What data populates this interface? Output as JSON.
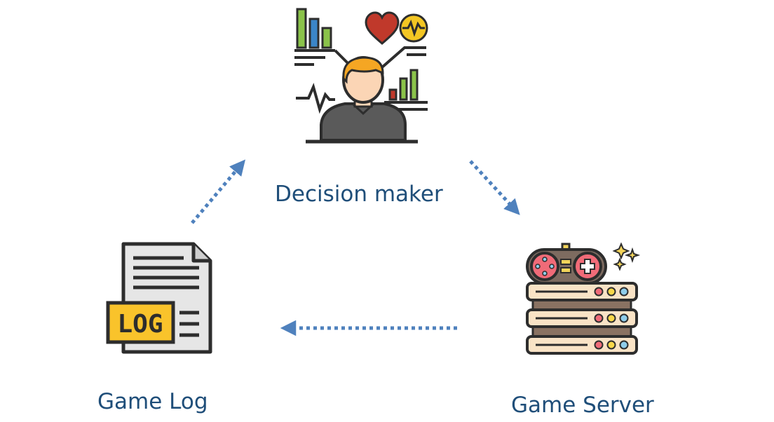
{
  "nodes": {
    "decision_maker": {
      "label": "Decision maker",
      "icon": "decision-maker-icon"
    },
    "game_log": {
      "label": "Game Log",
      "icon": "log-file-icon",
      "badge": "LOG"
    },
    "game_server": {
      "label": "Game Server",
      "icon": "game-server-icon"
    }
  },
  "edges": [
    {
      "from": "game_log",
      "to": "decision_maker",
      "style": "dotted-arrow"
    },
    {
      "from": "decision_maker",
      "to": "game_server",
      "style": "dotted-arrow"
    },
    {
      "from": "game_server",
      "to": "game_log",
      "style": "dotted-arrow"
    }
  ],
  "colors": {
    "arrow": "#4f81bd",
    "label": "#1f4e79",
    "outline": "#2d2d2d",
    "skin": "#fbd5b5",
    "hair": "#f5a623",
    "shirt": "#5a5a5a",
    "heart": "#c0392b",
    "pulse_badge": "#f3c623",
    "bar_green": "#8bc34a",
    "bar_blue": "#3b86c8",
    "bar_red": "#c0392b",
    "doc": "#e6e6e6",
    "log_badge": "#f9c32b",
    "server": "#f9e3c6",
    "server_gap": "#8a7262",
    "controller": "#7d6b60",
    "controller_button": "#f06b78",
    "dot_red": "#f06b78",
    "dot_yellow": "#f9d84a",
    "dot_blue": "#8fcdea",
    "sparkle": "#f3d45a"
  }
}
